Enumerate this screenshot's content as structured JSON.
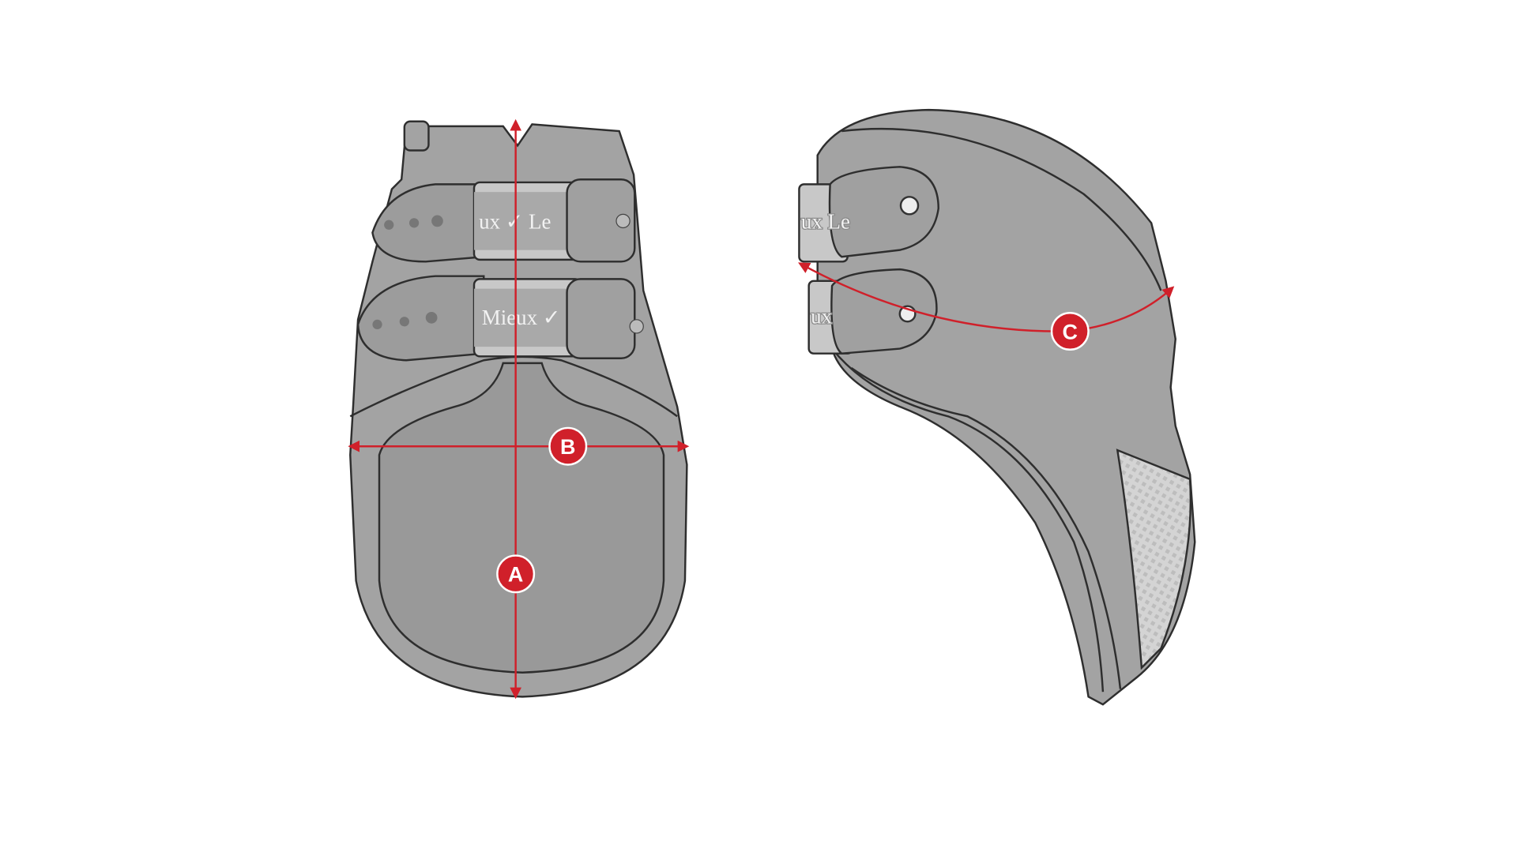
{
  "diagram": {
    "labels": {
      "a": "A",
      "b": "B",
      "c": "C"
    },
    "brand_strap_top": "ux ✓ Le",
    "brand_strap_bottom": "Mieux ✓",
    "brand_strap_side_top": "ux Le",
    "brand_strap_side_bottom": "ux",
    "colors": {
      "measure_line": "#d0202a",
      "boot_fill": "#a3a3a3",
      "boot_outline": "#2e2e2e",
      "strap": "#c8c8c8"
    }
  }
}
